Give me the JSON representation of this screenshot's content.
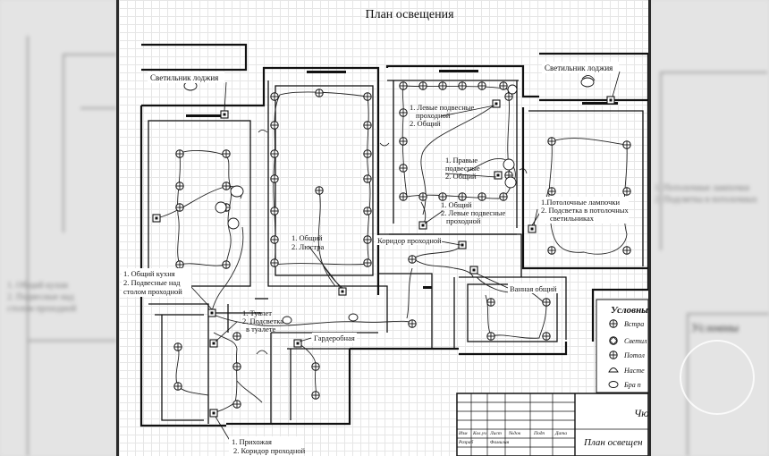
{
  "plan": {
    "title": "План освещения",
    "labels": {
      "balcony_left": "Светильник лоджия",
      "balcony_right": "Светильник лоджия",
      "kitchen_1": "1. Общий кухня",
      "kitchen_2": "2. Подвесные над",
      "kitchen_3": "столом проходной",
      "hall_1": "1. Общий",
      "hall_2": "2. Люстра",
      "bedroom_left_1": "1. Левые подвесные",
      "bedroom_left_2": "проходной",
      "bedroom_left_3": "2. Общий",
      "bedroom_right_1": "1. Правые",
      "bedroom_right_2": "подвесные",
      "bedroom_right_3": "2. Общий",
      "bedroom_bottom_1": "1. Общий",
      "bedroom_bottom_2": "2. Левые подвесные",
      "bedroom_bottom_3": "проходной",
      "room_right_1": "1.Потолочные лампочки",
      "room_right_2": "2. Подсветка в потолочных",
      "room_right_3": "светильниках",
      "corridor": "Коридор проходной",
      "bathroom": "Ванная общий",
      "toilet_1": "1. Туалет",
      "toilet_2": "2. Подсветка",
      "toilet_3": "в туалете",
      "wardrobe": "Гардеробная",
      "entry_1": "1. Прихожая",
      "entry_2": "2. Коридор проходной"
    },
    "legend": {
      "title": "Условны",
      "items": [
        "Встра",
        "Светил",
        "Потол",
        "Насте",
        "Бра п"
      ]
    },
    "stamp": {
      "headers": [
        "Изм",
        "Кол.уч",
        "Лист",
        "№док",
        "Подп",
        "Дата"
      ],
      "row2": [
        "Разраб",
        "Фамилия",
        "",
        "",
        "",
        "",
        ""
      ],
      "side_code": "Чю",
      "name": "План освещен"
    }
  },
  "ghost": {
    "left_texts": [
      "1. Общий кухня",
      "2. Подвесные над",
      "столом проходной"
    ],
    "right_title": "Условны",
    "right_texts": [
      "1. Потолочные лампочки",
      "2. Подсветка в потолочных"
    ]
  }
}
